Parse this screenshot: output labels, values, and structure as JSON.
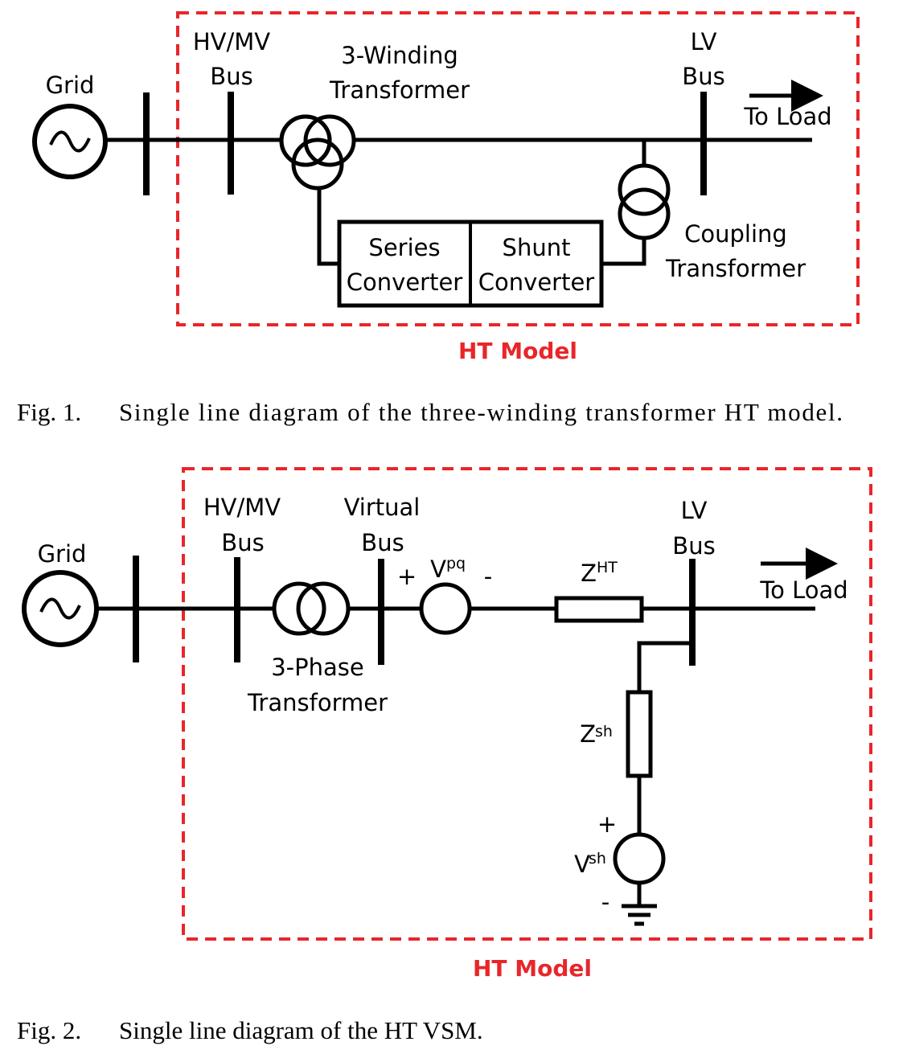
{
  "colors": {
    "accent": "#e8262a",
    "line": "#000000"
  },
  "fig1": {
    "grid_label": "Grid",
    "hvmv_line1": "HV/MV",
    "hvmv_line2": "Bus",
    "transformer_line1": "3-Winding",
    "transformer_line2": "Transformer",
    "lv_line1": "LV",
    "lv_line2": "Bus",
    "to_load": "To Load",
    "series_line1": "Series",
    "series_line2": "Converter",
    "shunt_line1": "Shunt",
    "shunt_line2": "Converter",
    "coupling_line1": "Coupling",
    "coupling_line2": "Transformer",
    "model_label": "HT Model",
    "caption_num": "Fig. 1.",
    "caption_text": "Single line diagram of the three-winding transformer HT model."
  },
  "fig2": {
    "grid_label": "Grid",
    "hvmv_line1": "HV/MV",
    "hvmv_line2": "Bus",
    "virtual_line1": "Virtual",
    "virtual_line2": "Bus",
    "plus": "+",
    "minus": "-",
    "vpq_base": "V",
    "vpq_sup": "pq",
    "zht_base": "Z",
    "zht_sup": "HT",
    "lv_line1": "LV",
    "lv_line2": "Bus",
    "to_load": "To Load",
    "transformer_line1": "3-Phase",
    "transformer_line2": "Transformer",
    "zsh_base": "Z",
    "zsh_sup": "sh",
    "vsh_plus": "+",
    "vsh_base": "V",
    "vsh_sup": "sh",
    "vsh_minus": "-",
    "model_label": "HT Model",
    "caption_num": "Fig. 2.",
    "caption_text": "Single line diagram of the HT VSM."
  }
}
